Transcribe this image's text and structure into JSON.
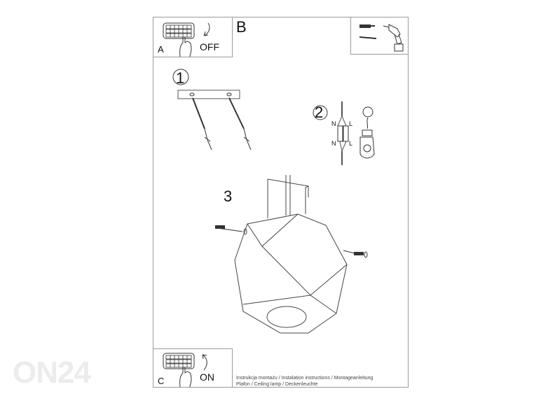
{
  "document": {
    "title_lines": [
      "Instrukcja montażu / Instalation instructions / Montageanleitung",
      "Plafon / Ceiling lamp / Deckenleuchte"
    ]
  },
  "panels": {
    "a": {
      "letter": "A",
      "switch_text": "OFF"
    },
    "b": {
      "letter": "B"
    },
    "c": {
      "letter": "C",
      "switch_text": "ON"
    }
  },
  "steps": [
    {
      "number": "1"
    },
    {
      "number": "2",
      "wire_labels": [
        "N",
        "L",
        "N",
        "L"
      ]
    },
    {
      "number": "3"
    }
  ],
  "watermark": {
    "text": "ON24"
  },
  "colors": {
    "line": "#333333",
    "frame": "#9a9a9a",
    "watermark": "#ececec"
  }
}
